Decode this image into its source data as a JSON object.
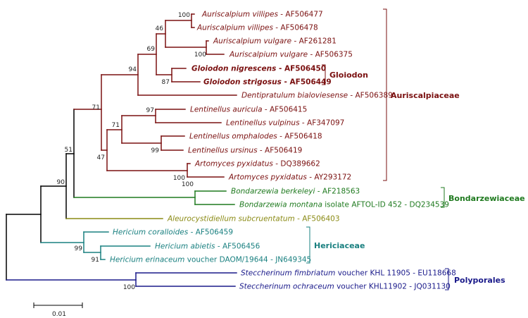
{
  "colors": {
    "auriscalpiaceae": "#7a1010",
    "bondarzewiaceae": "#1f7a1f",
    "aleurocystidiellum": "#8a8a14",
    "hericiaceae": "#1a8080",
    "polyporales": "#1a1a8a",
    "backbone": "#000000"
  },
  "taxa": [
    {
      "genus_species": "Auriscalpium villipes",
      "suffix": " - AF506477",
      "bold": false
    },
    {
      "genus_species": "Auriscalpium villipes",
      "suffix": " - AF506478",
      "bold": false
    },
    {
      "genus_species": "Auriscalpium vulgare",
      "suffix": " - AF261281",
      "bold": false
    },
    {
      "genus_species": "Auriscalpium vulgare",
      "suffix": " - AF506375",
      "bold": false
    },
    {
      "genus_species": "Gloiodon nigrescens",
      "suffix": " - AF506450",
      "bold": true
    },
    {
      "genus_species": "Gloiodon strigosus",
      "suffix": " - AF506449",
      "bold": true
    },
    {
      "genus_species": "Dentipratulum bialoviesense",
      "suffix": " - AF506389",
      "bold": false
    },
    {
      "genus_species": "Lentinellus auricula",
      "suffix": " - AF506415",
      "bold": false
    },
    {
      "genus_species": "Lentinellus vulpinus",
      "suffix": " - AF347097",
      "bold": false
    },
    {
      "genus_species": "Lentinellus omphalodes",
      "suffix": " - AF506418",
      "bold": false
    },
    {
      "genus_species": "Lentinellus ursinus",
      "suffix": " - AF506419",
      "bold": false
    },
    {
      "genus_species": "Artomyces pyxidatus",
      "suffix": " - DQ389662",
      "bold": false
    },
    {
      "genus_species": "Artomyces pyxidatus",
      "suffix": " - AY293172",
      "bold": false
    },
    {
      "genus_species": "Bondarzewia berkeleyi",
      "suffix": " - AF218563",
      "bold": false
    },
    {
      "genus_species": "Bondarzewia montana",
      "suffix": " isolate AFTOL-ID 452 - DQ234539",
      "bold": false
    },
    {
      "genus_species": "Aleurocystidiellum subcruentatum",
      "suffix": " - AF506403",
      "bold": false
    },
    {
      "genus_species": "Hericium coralloides",
      "suffix": " - AF506459",
      "bold": false
    },
    {
      "genus_species": "Hericium abietis",
      "suffix": " - AF506456",
      "bold": false
    },
    {
      "genus_species": "Hericium erinaceum",
      "suffix": " voucher DAOM/19644 - JN649345",
      "bold": false
    },
    {
      "genus_species": "Steccherinum fimbriatum",
      "suffix": " voucher KHL 11905 - EU118668",
      "bold": false
    },
    {
      "genus_species": "Steccherinum ochraceum",
      "suffix": " voucher KHL11902 - JQ031130",
      "bold": false
    }
  ],
  "bootstrap": [
    "100",
    "46",
    "69",
    "100",
    "94",
    "87",
    "71",
    "97",
    "71",
    "99",
    "47",
    "100",
    "51",
    "90",
    "100",
    "99",
    "91",
    "100"
  ],
  "groups": [
    "Gloiodon",
    "Auriscalpiaceae",
    "Bondarzewiaceae",
    "Hericiaceae",
    "Polyporales"
  ],
  "scale_bar": {
    "label": "0.01"
  }
}
